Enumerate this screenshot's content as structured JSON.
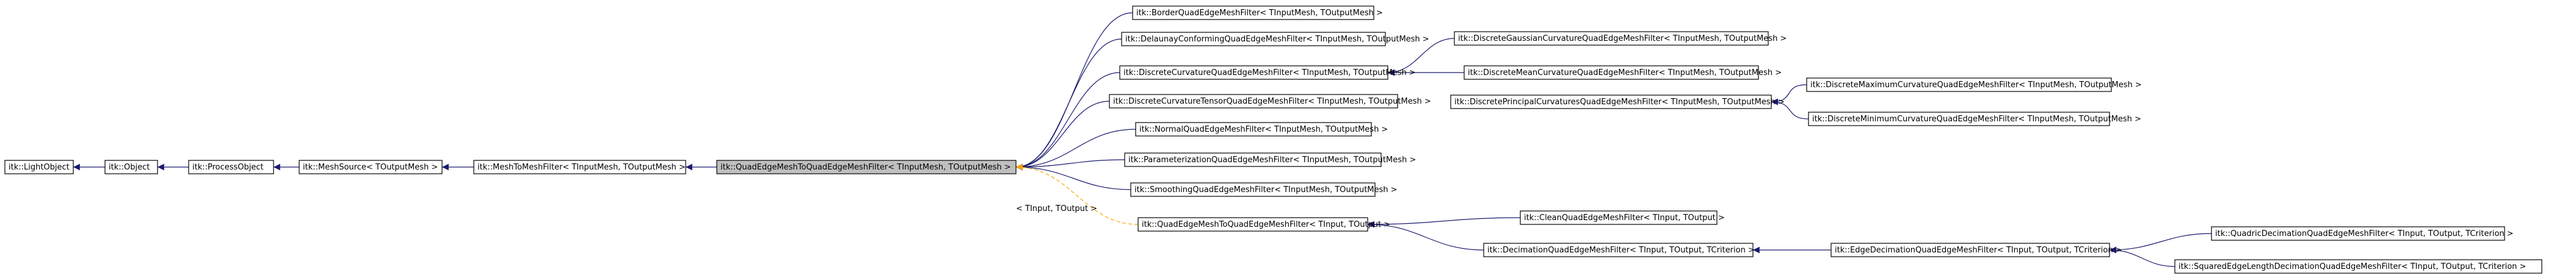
{
  "nodes": [
    {
      "id": "lightobject",
      "label": "itk::LightObject"
    },
    {
      "id": "object",
      "label": "itk::Object"
    },
    {
      "id": "processobject",
      "label": "itk::ProcessObject"
    },
    {
      "id": "meshsource",
      "label": "itk::MeshSource< TOutputMesh >"
    },
    {
      "id": "meshtomesh",
      "label": "itk::MeshToMeshFilter< TInputMesh, TOutputMesh >"
    },
    {
      "id": "qe2qe",
      "label": "itk::QuadEdgeMeshToQuadEdgeMeshFilter< TInputMesh, TOutputMesh >",
      "focus": true
    },
    {
      "id": "border",
      "label": "itk::BorderQuadEdgeMeshFilter< TInputMesh, TOutputMesh >"
    },
    {
      "id": "delaunay",
      "label": "itk::DelaunayConformingQuadEdgeMeshFilter< TInputMesh, TOutputMesh >"
    },
    {
      "id": "dcurv",
      "label": "itk::DiscreteCurvatureQuadEdgeMeshFilter< TInputMesh, TOutputMesh >"
    },
    {
      "id": "dcurvtensor",
      "label": "itk::DiscreteCurvatureTensorQuadEdgeMeshFilter< TInputMesh, TOutputMesh >"
    },
    {
      "id": "normal",
      "label": "itk::NormalQuadEdgeMeshFilter< TInputMesh, TOutputMesh >"
    },
    {
      "id": "param",
      "label": "itk::ParameterizationQuadEdgeMeshFilter< TInputMesh, TOutputMesh >"
    },
    {
      "id": "smoothing",
      "label": "itk::SmoothingQuadEdgeMeshFilter< TInputMesh, TOutputMesh >"
    },
    {
      "id": "qe2qeT",
      "label": "itk::QuadEdgeMeshToQuadEdgeMeshFilter< TInput, TOutput >"
    },
    {
      "id": "dgauss",
      "label": "itk::DiscreteGaussianCurvatureQuadEdgeMeshFilter< TInputMesh, TOutputMesh >"
    },
    {
      "id": "dmean",
      "label": "itk::DiscreteMeanCurvatureQuadEdgeMeshFilter< TInputMesh, TOutputMesh >"
    },
    {
      "id": "dprincipal",
      "label": "itk::DiscretePrincipalCurvaturesQuadEdgeMeshFilter< TInputMesh, TOutputMesh >"
    },
    {
      "id": "dmax",
      "label": "itk::DiscreteMaximumCurvatureQuadEdgeMeshFilter< TInputMesh, TOutputMesh >"
    },
    {
      "id": "dmin",
      "label": "itk::DiscreteMinimumCurvatureQuadEdgeMeshFilter< TInputMesh, TOutputMesh >"
    },
    {
      "id": "clean",
      "label": "itk::CleanQuadEdgeMeshFilter< TInput, TOutput >"
    },
    {
      "id": "decimation",
      "label": "itk::DecimationQuadEdgeMeshFilter< TInput, TOutput, TCriterion >"
    },
    {
      "id": "edgedecim",
      "label": "itk::EdgeDecimationQuadEdgeMeshFilter< TInput, TOutput, TCriterion >"
    },
    {
      "id": "quadric",
      "label": "itk::QuadricDecimationQuadEdgeMeshFilter< TInput, TOutput, TCriterion >"
    },
    {
      "id": "squared",
      "label": "itk::SquaredEdgeLengthDecimationQuadEdgeMeshFilter< TInput, TOutput, TCriterion >"
    }
  ],
  "edges": [
    {
      "from": "object",
      "to": "lightobject"
    },
    {
      "from": "processobject",
      "to": "object"
    },
    {
      "from": "meshsource",
      "to": "processobject"
    },
    {
      "from": "meshtomesh",
      "to": "meshsource"
    },
    {
      "from": "qe2qe",
      "to": "meshtomesh"
    },
    {
      "from": "border",
      "to": "qe2qe"
    },
    {
      "from": "delaunay",
      "to": "qe2qe"
    },
    {
      "from": "dcurv",
      "to": "qe2qe"
    },
    {
      "from": "dcurvtensor",
      "to": "qe2qe"
    },
    {
      "from": "normal",
      "to": "qe2qe"
    },
    {
      "from": "param",
      "to": "qe2qe"
    },
    {
      "from": "smoothing",
      "to": "qe2qe"
    },
    {
      "from": "qe2qeT",
      "to": "qe2qe",
      "template": true,
      "label": "< TInput, TOutput >"
    },
    {
      "from": "dgauss",
      "to": "dcurv"
    },
    {
      "from": "dmean",
      "to": "dcurv"
    },
    {
      "from": "dmax",
      "to": "dprincipal"
    },
    {
      "from": "dmin",
      "to": "dprincipal"
    },
    {
      "from": "clean",
      "to": "qe2qeT"
    },
    {
      "from": "decimation",
      "to": "qe2qeT"
    },
    {
      "from": "edgedecim",
      "to": "decimation"
    },
    {
      "from": "quadric",
      "to": "edgedecim"
    },
    {
      "from": "squared",
      "to": "edgedecim"
    }
  ]
}
